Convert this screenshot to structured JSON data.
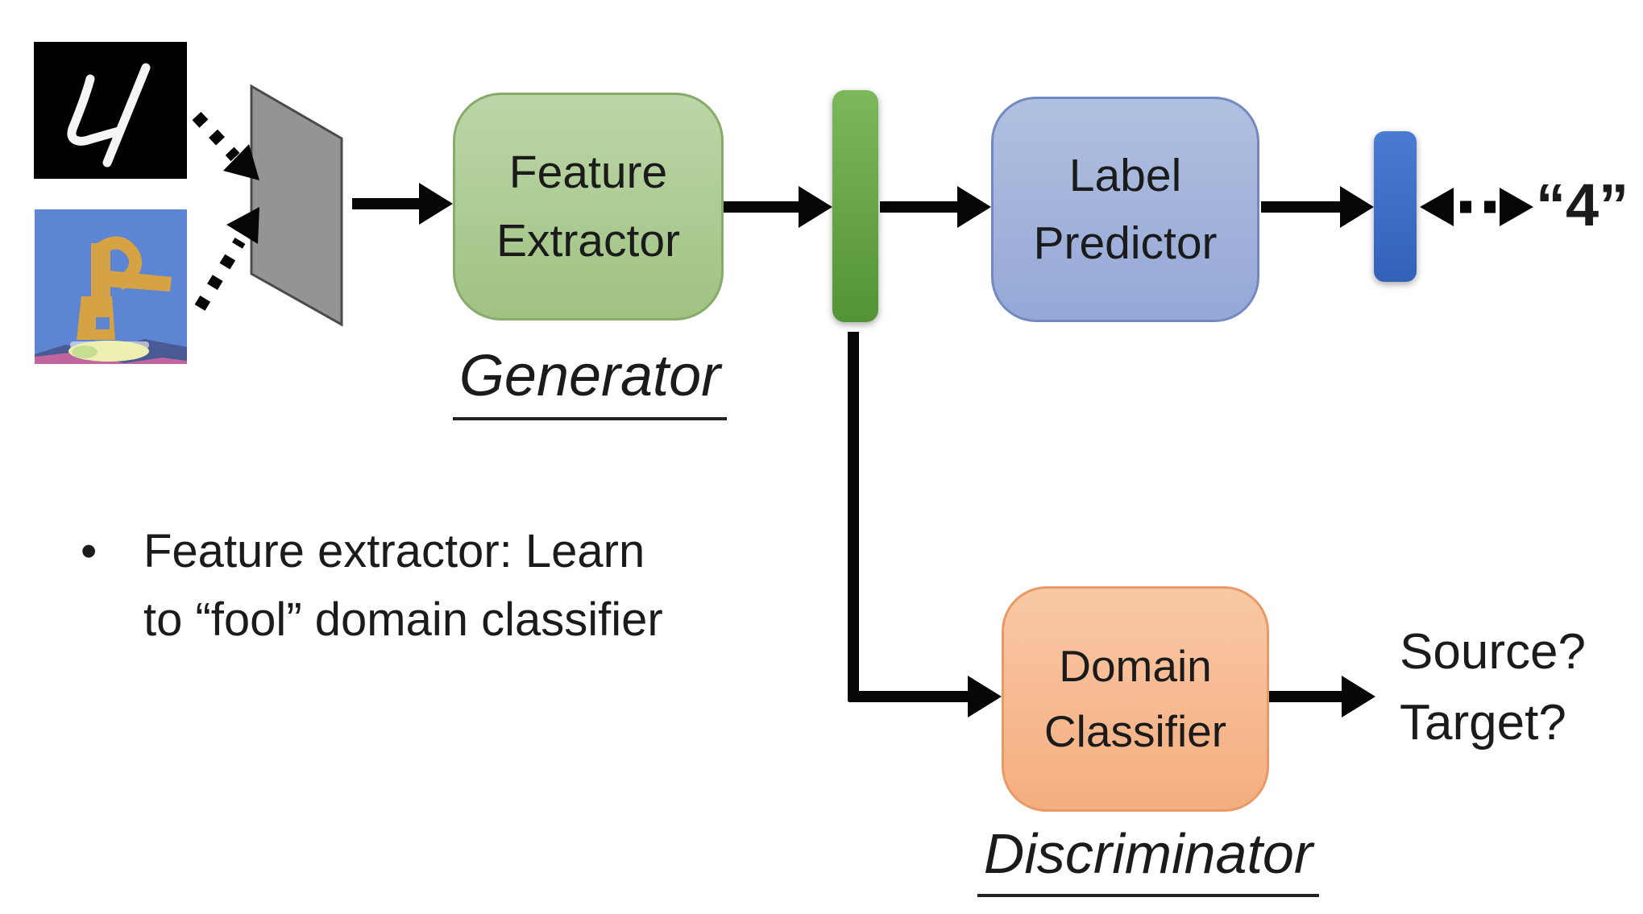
{
  "slide": {
    "nodes": {
      "feature_extractor": {
        "line1": "Feature",
        "line2": "Extractor"
      },
      "label_predictor": {
        "line1": "Label",
        "line2": "Predictor"
      },
      "domain_classifier": {
        "line1": "Domain",
        "line2": "Classifier"
      }
    },
    "captions": {
      "generator": "Generator",
      "discriminator": "Discriminator"
    },
    "outputs": {
      "predicted_label": "“4”",
      "domain_question_line1": "Source?",
      "domain_question_line2": "Target?"
    },
    "bullet": {
      "marker": "•",
      "line1": "Feature extractor: Learn",
      "line2": "to “fool” domain classifier"
    },
    "colors": {
      "feature_extractor_fill": "#aecb93",
      "feature_extractor_border": "#87ab6a",
      "label_predictor_fill": "#a2b3dd",
      "label_predictor_border": "#7289c2",
      "domain_classifier_fill": "#f8bb93",
      "domain_classifier_border": "#e79a66",
      "feature_vector_bar": "#68a845",
      "prediction_vector_bar": "#3d6fc7",
      "input_plane_fill": "#949494",
      "arrow_color": "#060606",
      "text_color": "#1b1b1b"
    }
  }
}
